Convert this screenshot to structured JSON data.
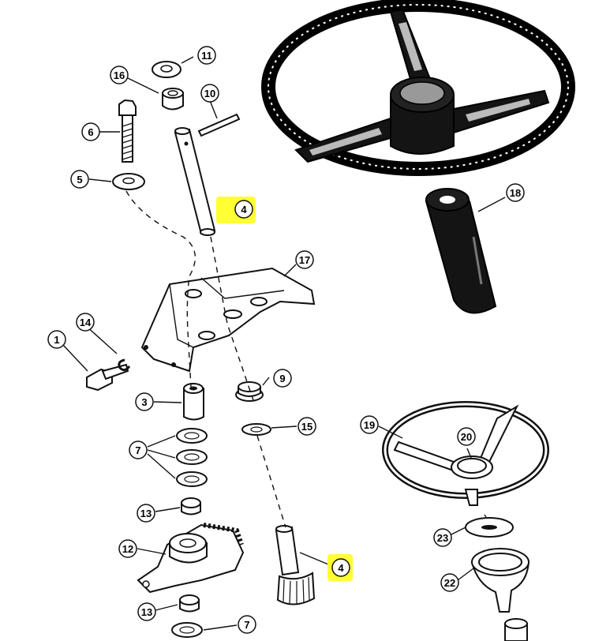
{
  "callouts": [
    {
      "id": "c1",
      "label": "1"
    },
    {
      "id": "c3",
      "label": "3"
    },
    {
      "id": "c4a",
      "label": "4",
      "highlight": true
    },
    {
      "id": "c4b",
      "label": "4",
      "highlight": true
    },
    {
      "id": "c5",
      "label": "5"
    },
    {
      "id": "c6",
      "label": "6"
    },
    {
      "id": "c7a",
      "label": "7"
    },
    {
      "id": "c7b",
      "label": "7"
    },
    {
      "id": "c9",
      "label": "9"
    },
    {
      "id": "c10",
      "label": "10"
    },
    {
      "id": "c11",
      "label": "11"
    },
    {
      "id": "c12",
      "label": "12"
    },
    {
      "id": "c13a",
      "label": "13"
    },
    {
      "id": "c13b",
      "label": "13"
    },
    {
      "id": "c14",
      "label": "14"
    },
    {
      "id": "c15",
      "label": "15"
    },
    {
      "id": "c16",
      "label": "16"
    },
    {
      "id": "c17",
      "label": "17"
    },
    {
      "id": "c18",
      "label": "18"
    },
    {
      "id": "c19",
      "label": "19"
    },
    {
      "id": "c20",
      "label": "20"
    },
    {
      "id": "c22",
      "label": "22"
    },
    {
      "id": "c23",
      "label": "23"
    }
  ],
  "colors": {
    "highlight": "#ffff33",
    "ink": "#111111",
    "paper": "#ffffff"
  }
}
